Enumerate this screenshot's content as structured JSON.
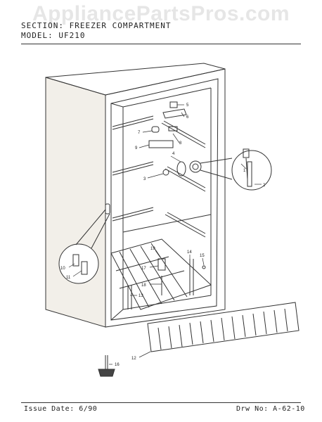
{
  "header": {
    "section_label": "SECTION:",
    "section_value": "FREEZER COMPARTMENT",
    "model_label": "MODEL:",
    "model_value": "UF210"
  },
  "watermark": "AppliancePartsPros.com",
  "footer": {
    "issue_date": "Issue Date: 6/90",
    "drawing_no": "Drw No: A-62-10"
  },
  "callouts": [
    "1",
    "2",
    "3",
    "4",
    "5",
    "6",
    "7",
    "8",
    "9",
    "10",
    "11",
    "12",
    "13",
    "14",
    "15",
    "16",
    "17",
    "18",
    "19"
  ]
}
